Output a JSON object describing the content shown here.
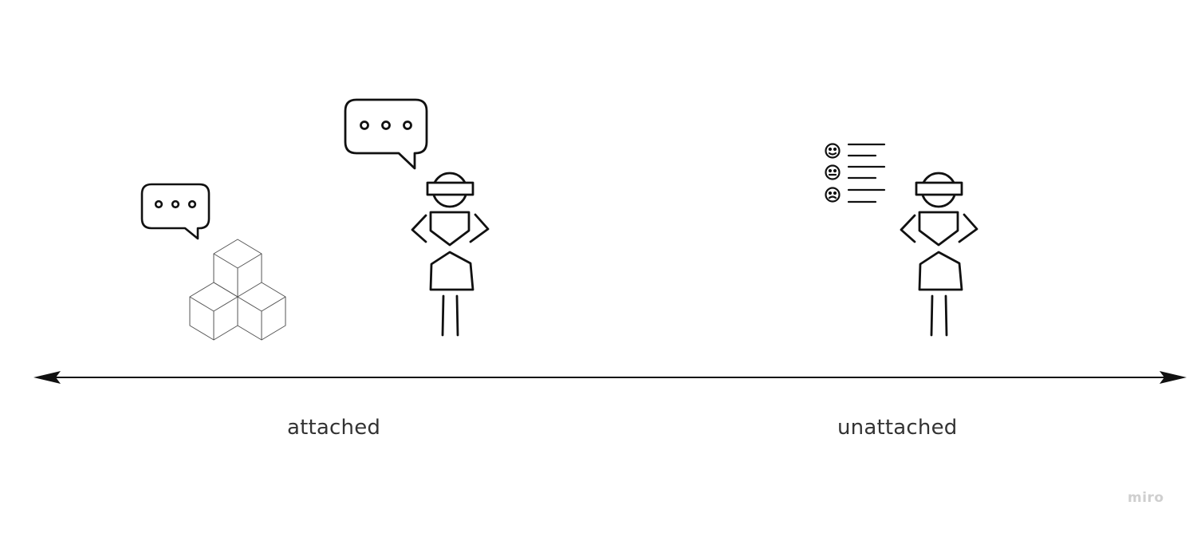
{
  "labels": {
    "left": "attached",
    "right": "unattached"
  },
  "watermark": "miro",
  "icons": [
    "speech-bubble-icon",
    "cube-stack-icon",
    "person-figure-icon",
    "feedback-list-icon",
    "double-arrow-icon"
  ],
  "colors": {
    "ink": "#111111",
    "text": "#333333",
    "watermark": "#cfcfcf",
    "cube_lines": "#555555"
  }
}
